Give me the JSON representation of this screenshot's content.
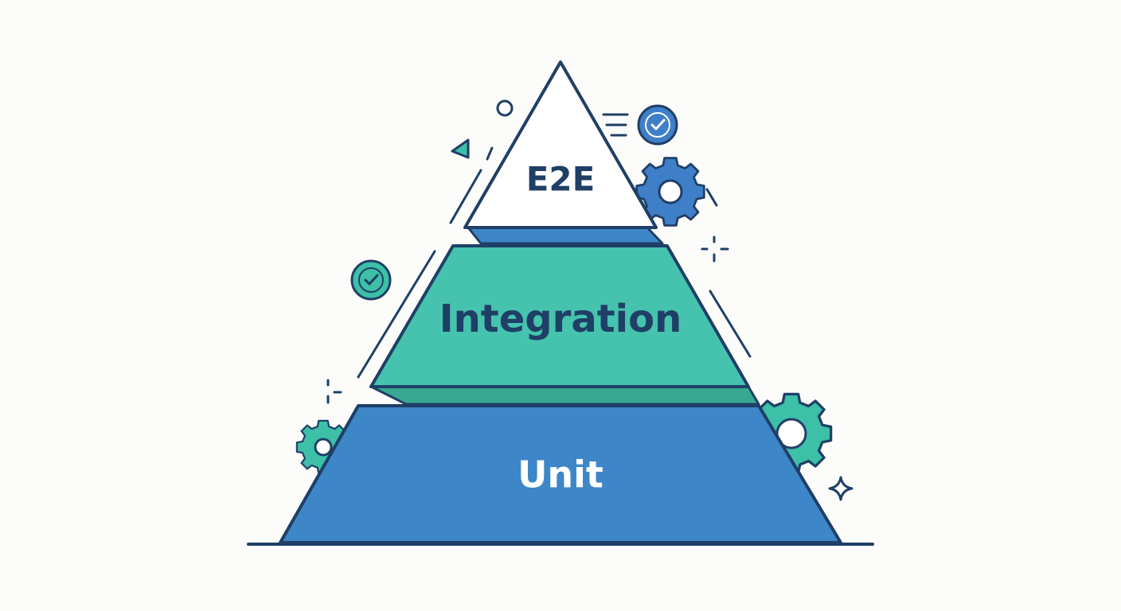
{
  "pyramid": {
    "tiers": [
      {
        "label": "E2E"
      },
      {
        "label": "Integration"
      },
      {
        "label": "Unit"
      }
    ]
  },
  "colors": {
    "outline": "#1f3f66",
    "top_fill": "#ffffff",
    "middle_fill": "#46c3ae",
    "middle_shadow": "#37a892",
    "bottom_fill": "#3d86c8",
    "blue_accent": "#3f7fc8",
    "teal_accent": "#3dbfa8",
    "bottom_text": "#ffffff",
    "text_dark": "#1f3f66"
  },
  "icons": [
    "check-circle-icon",
    "gear-icon",
    "sparkle-icon",
    "triangle-icon",
    "circle-icon",
    "motion-lines-icon",
    "plus-sparkle-icon"
  ]
}
